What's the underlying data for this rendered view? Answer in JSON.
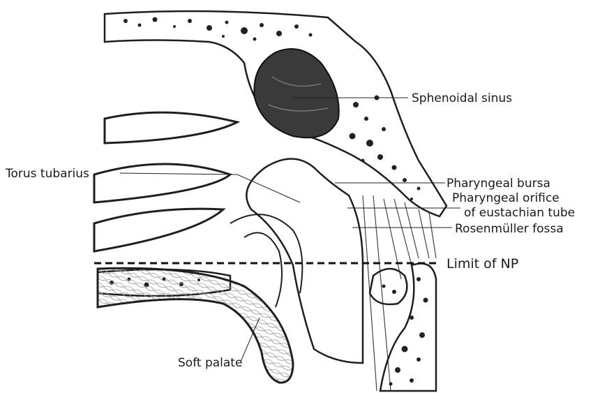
{
  "labels": {
    "sphenoidal_sinus": "Sphenoidal sinus",
    "torus_tubarius": "Torus tubarius",
    "pharyngeal_bursa": "Pharyngeal bursa",
    "pharyngeal_orifice_line1": "Pharyngeal orifice",
    "pharyngeal_orifice_line2": "of eustachian tube",
    "rosenmuller_fossa": "Rosenmüller fossa",
    "limit_of_np": "Limit of NP",
    "soft_palate": "Soft palate"
  }
}
